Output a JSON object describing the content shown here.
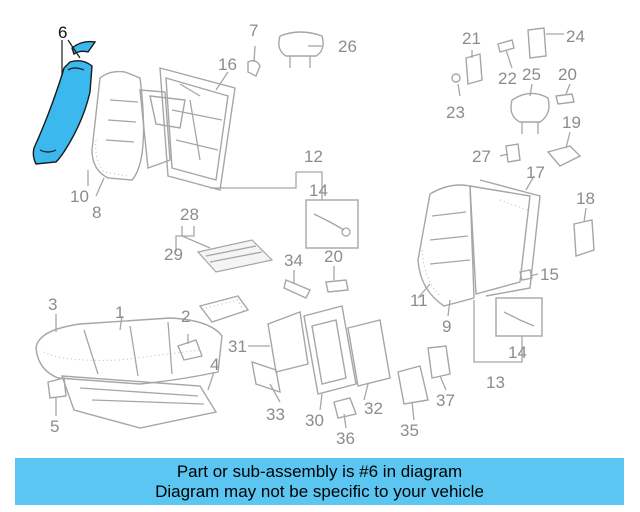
{
  "highlight": {
    "part_number": "6",
    "color": "#3bb8ee"
  },
  "banner": {
    "line1": "Part or sub-assembly is #6 in diagram",
    "line2": "Diagram may not be specific to your vehicle",
    "background": "#5bc6f2"
  },
  "callouts": {
    "c1": "1",
    "c2": "2",
    "c3": "3",
    "c4": "4",
    "c5": "5",
    "c6": "6",
    "c7": "7",
    "c8": "8",
    "c9": "9",
    "c10": "10",
    "c11": "11",
    "c12": "12",
    "c13": "13",
    "c14a": "14",
    "c14b": "14",
    "c15": "15",
    "c16": "16",
    "c17": "17",
    "c18": "18",
    "c19": "19",
    "c20a": "20",
    "c20b": "20",
    "c21": "21",
    "c22": "22",
    "c23": "23",
    "c24": "24",
    "c25": "25",
    "c26": "26",
    "c27": "27",
    "c28": "28",
    "c29": "29",
    "c30": "30",
    "c31": "31",
    "c32": "32",
    "c33": "33",
    "c34": "34",
    "c35": "35",
    "c36": "36",
    "c37": "37"
  }
}
